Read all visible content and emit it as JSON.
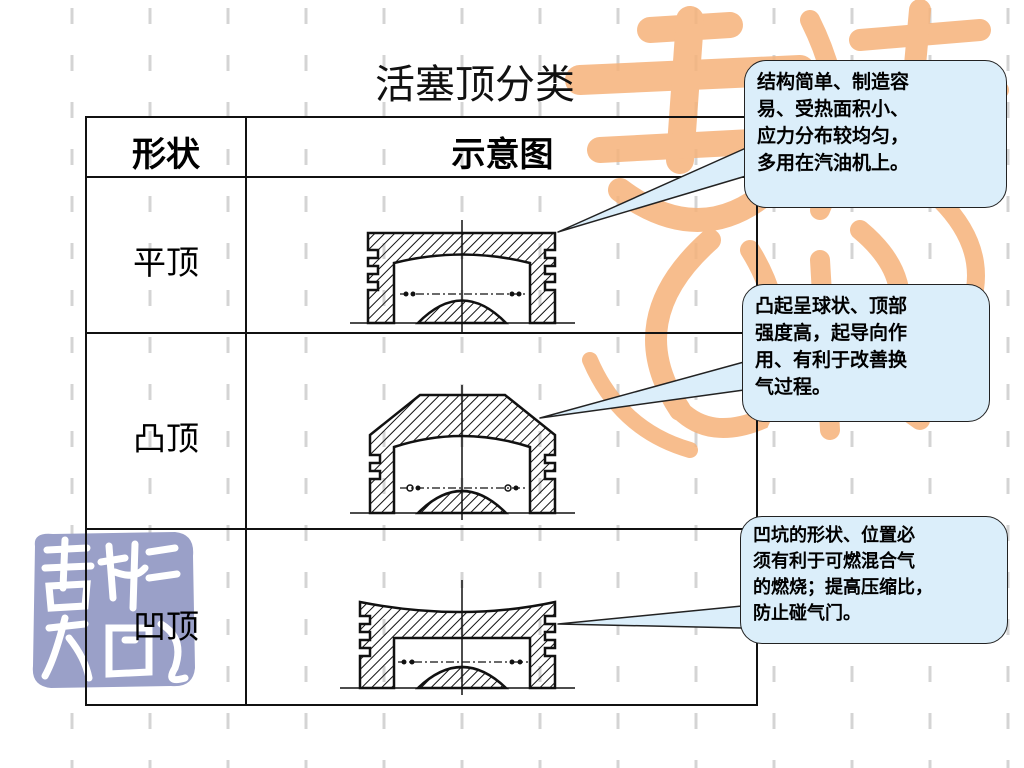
{
  "title": "活塞顶分类",
  "table": {
    "header": {
      "shape": "形状",
      "diagram": "示意图"
    },
    "rows": [
      {
        "label": "平顶",
        "diagram_icon": "flat-top-piston-icon"
      },
      {
        "label": "凸顶",
        "diagram_icon": "convex-top-piston-icon"
      },
      {
        "label": "凹顶",
        "diagram_icon": "concave-top-piston-icon"
      }
    ]
  },
  "callouts": [
    {
      "lines": [
        "结构简单、制造容",
        "易、受热面积小、",
        "应力分布较均匀，",
        "多用在汽油机上。"
      ]
    },
    {
      "lines": [
        "凸起呈球状、顶部",
        "强度高，起导向作",
        "用、有利于改善换",
        "气过程。"
      ]
    },
    {
      "lines": [
        "凹坑的形状、位置必",
        "须有利于可燃混合气",
        "的燃烧；提高压缩比，",
        "防止碰气门。"
      ]
    }
  ],
  "watermark_seal": "吉祥如意",
  "colors": {
    "watermark_orange": "#f6b27a",
    "seal_purple": "#9aa0c8",
    "callout_fill": "#dbeefa",
    "grid_gray": "#d4d4d4"
  }
}
